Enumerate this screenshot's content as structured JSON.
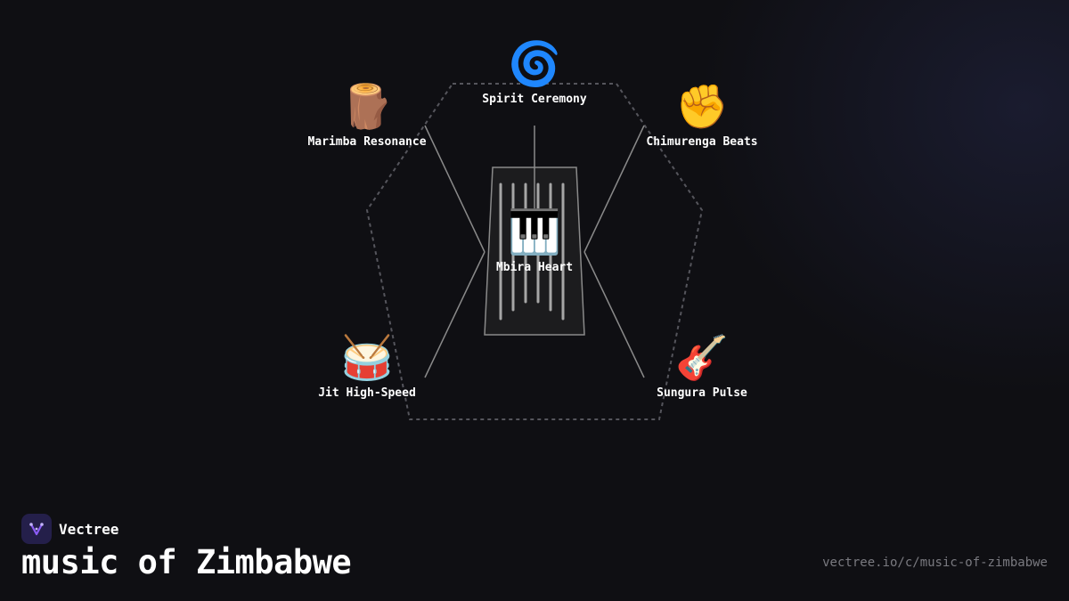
{
  "diagram": {
    "center": {
      "label": "Mbira Heart",
      "icon": "🎹",
      "icon_name": "piano-keys-icon"
    },
    "nodes": [
      {
        "label": "Spirit Ceremony",
        "icon": "🌀",
        "icon_name": "cyclone-icon"
      },
      {
        "label": "Marimba Resonance",
        "icon": "🪵",
        "icon_name": "wood-log-icon"
      },
      {
        "label": "Chimurenga Beats",
        "icon": "✊",
        "icon_name": "raised-fist-icon"
      },
      {
        "label": "Jit High-Speed",
        "icon": "🥁",
        "icon_name": "drum-icon"
      },
      {
        "label": "Sungura Pulse",
        "icon": "🎸",
        "icon_name": "guitar-icon"
      }
    ]
  },
  "footer": {
    "brand": "Vectree",
    "title": "music of Zimbabwe",
    "url": "vectree.io/c/music-of-zimbabwe"
  },
  "colors": {
    "background": "#0f0f13",
    "hexagon_stroke": "#55555c",
    "connector": "#8a8a8a",
    "mbira_body": "#1c1c1e",
    "mbira_tines": "#a6a6a6",
    "logo_bg": "#241f4a",
    "logo_accent": "#8b5cf6"
  }
}
